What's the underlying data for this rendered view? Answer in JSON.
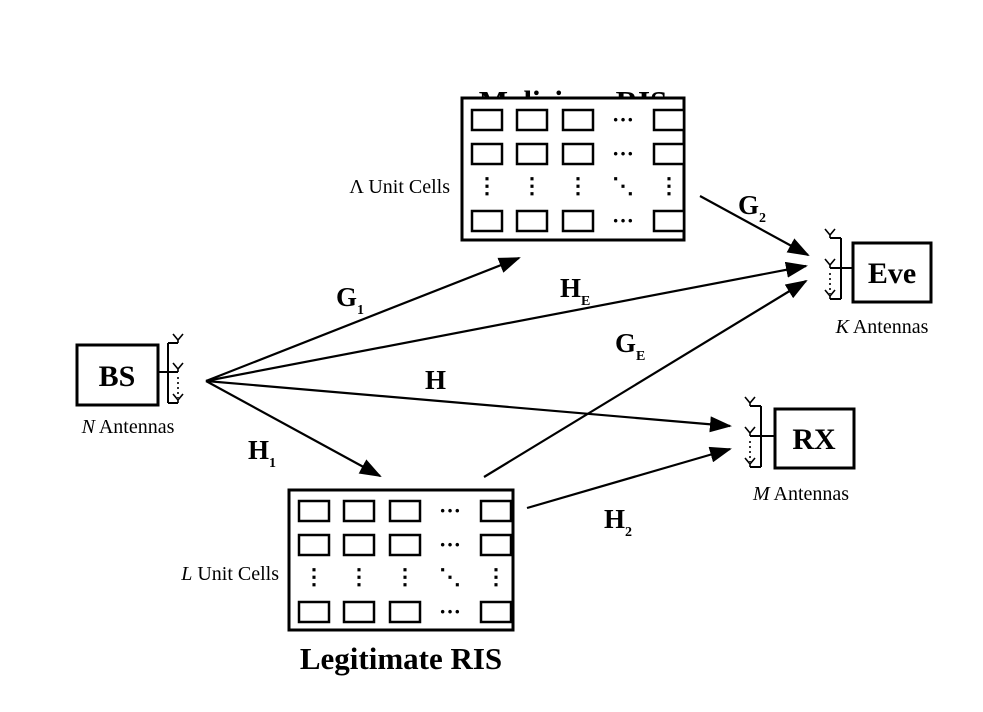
{
  "malicious_ris": {
    "title": "Malicious RIS",
    "cells_symbol": "Λ",
    "cells_text": "Unit Cells"
  },
  "legitimate_ris": {
    "title": "Legitimate RIS",
    "cells_symbol": "L",
    "cells_text": "Unit Cells"
  },
  "bs": {
    "label": "BS",
    "ant_symbol": "N",
    "ant_text": "Antennas"
  },
  "eve": {
    "label": "Eve",
    "ant_symbol": "K",
    "ant_text": "Antennas"
  },
  "rx": {
    "label": "RX",
    "ant_symbol": "M",
    "ant_text": "Antennas"
  },
  "channels": {
    "G1": {
      "main": "G",
      "sub": "1"
    },
    "G2": {
      "main": "G",
      "sub": "2"
    },
    "GE": {
      "main": "G",
      "sub": "E"
    },
    "HE": {
      "main": "H",
      "sub": "E"
    },
    "H": {
      "main": "H"
    },
    "H1": {
      "main": "H",
      "sub": "1"
    },
    "H2": {
      "main": "H",
      "sub": "2"
    }
  },
  "ellipsis": {
    "h": "···",
    "v": "⋮",
    "d": "⋱"
  }
}
